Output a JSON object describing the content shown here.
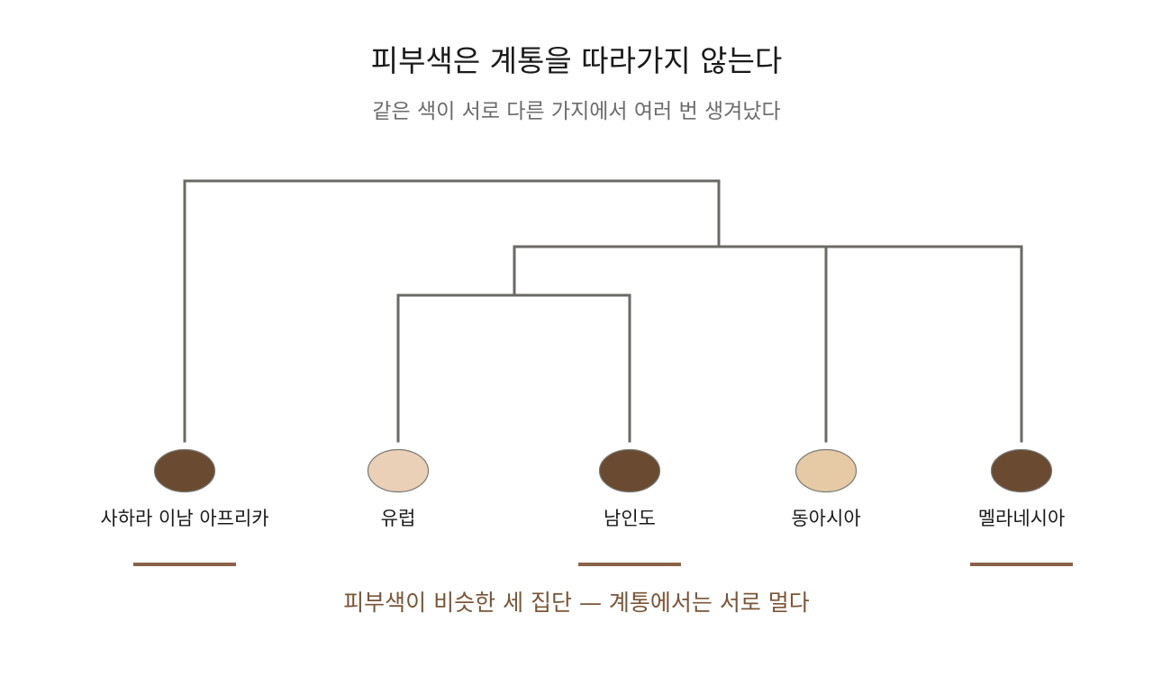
{
  "title": "피부색은 계통을 따라가지 않는다",
  "subtitle": "같은 색이 서로 다른 가지에서 여러 번 생겨났다",
  "caption": "피부색이 비슷한 세 집단 — 계통에서는 서로 멀다",
  "colors": {
    "branch": "#6b6a64",
    "dark_skin": "#6a4a30",
    "light_skin_europe": "#ead0b6",
    "light_skin_eastasia": "#e6caa6",
    "highlight": "#8a6248"
  },
  "populations": [
    {
      "label": "사하라 이남 아프리카",
      "skin": "dark",
      "highlighted": true
    },
    {
      "label": "유럽",
      "skin": "light",
      "highlighted": false
    },
    {
      "label": "남인도",
      "skin": "dark",
      "highlighted": true
    },
    {
      "label": "동아시아",
      "skin": "light",
      "highlighted": false
    },
    {
      "label": "멜라네시아",
      "skin": "dark",
      "highlighted": true
    }
  ]
}
